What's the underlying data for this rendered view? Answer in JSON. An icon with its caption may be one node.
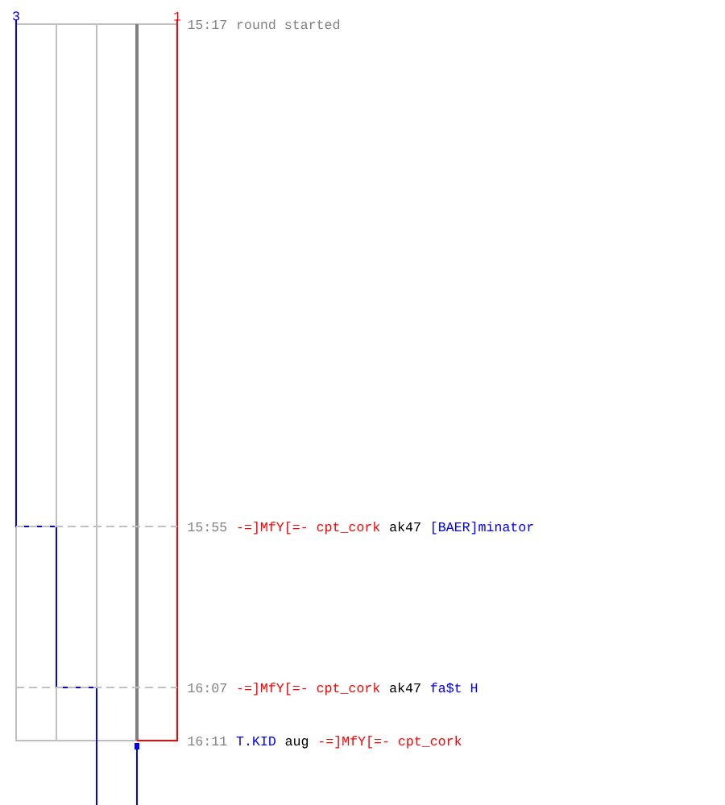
{
  "diagram": {
    "labels": [
      "3",
      "1",
      "15:17",
      "round started",
      "15:55",
      "-=]MfY[=- cpt_cork",
      "ak47",
      "[BAER]minator",
      "16:07",
      "-=]MfY[=- cpt_cork",
      "ak47",
      "fa$t H",
      "16:11",
      "T.KID",
      "aug",
      "-=]MfY[=- cpt_cork"
    ]
  }
}
